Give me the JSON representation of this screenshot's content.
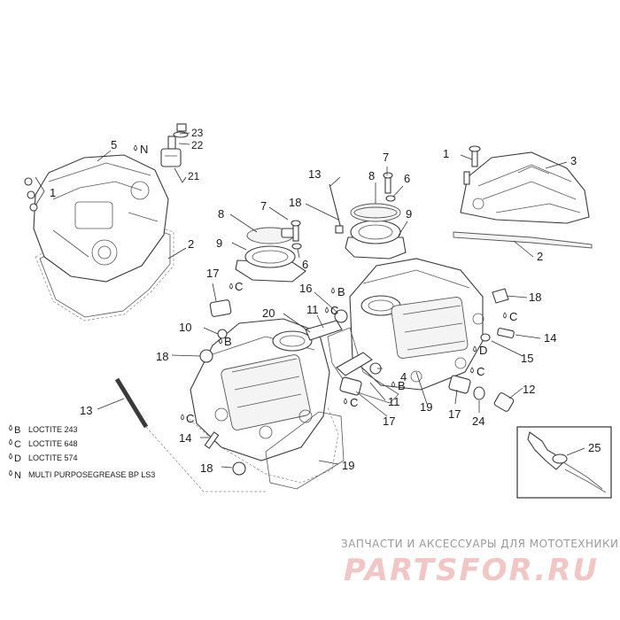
{
  "callouts": {
    "c1a": "1",
    "c1b": "1",
    "c2a": "2",
    "c2b": "2",
    "c3": "3",
    "c4": "4",
    "c5": "5",
    "c6a": "6",
    "c6b": "6",
    "c7a": "7",
    "c7b": "7",
    "c8a": "8",
    "c8b": "8",
    "c9a": "9",
    "c9b": "9",
    "c10": "10",
    "c11a": "11",
    "c11b": "11",
    "c12": "12",
    "c13a": "13",
    "c13b": "13",
    "c14a": "14",
    "c14b": "14",
    "c15": "15",
    "c16": "16",
    "c17a": "17",
    "c17b": "17",
    "c17c": "17",
    "c18a": "18",
    "c18b": "18",
    "c18c": "18",
    "c18d": "18",
    "c19a": "19",
    "c19b": "19",
    "c20": "20",
    "c21": "21",
    "c22": "22",
    "c23": "23",
    "c24": "24",
    "c25": "25"
  },
  "tags": {
    "n1": "N",
    "c_a": "C",
    "c_b": "C",
    "c_c": "C",
    "c_d": "C",
    "c_e": "C",
    "c_f": "C",
    "b_a": "B",
    "b_b": "B",
    "b_c": "B",
    "d_a": "D"
  },
  "legend": [
    {
      "letter": "B",
      "text": "LOCTITE 243"
    },
    {
      "letter": "C",
      "text": "LOCTITE 648"
    },
    {
      "letter": "D",
      "text": "LOCTITE 574"
    },
    {
      "letter": "N",
      "text": "MULTI PURPOSEGREASE BP LS3"
    }
  ],
  "watermark": {
    "caption": "ЗАПЧАСТИ И АКСЕССУАРЫ ДЛЯ МОТОТЕХНИКИ",
    "brand": "PARTSFOR.RU"
  }
}
